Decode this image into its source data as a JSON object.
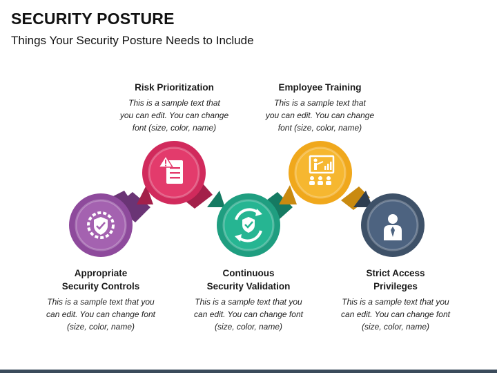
{
  "header": {
    "title": "SECURITY POSTURE",
    "subtitle": "Things Your Security Posture Needs to Include"
  },
  "steps": [
    {
      "title_line1": "Appropriate",
      "title_line2": "Security Controls",
      "desc_line1": "This is a sample text that you",
      "desc_line2": "can edit. You can change font",
      "desc_line3": "(size, color, name)",
      "color": "#8e4a9c",
      "icon": "shield-gear-icon"
    },
    {
      "title_line1": "Risk Prioritization",
      "title_line2": "",
      "desc_line1": "This is a sample text that",
      "desc_line2": "you can edit. You can change",
      "desc_line3": "font (size, color, name)",
      "color": "#d12a5c",
      "icon": "warning-document-icon"
    },
    {
      "title_line1": "Continuous",
      "title_line2": "Security Validation",
      "desc_line1": "This is a sample text that you",
      "desc_line2": "can edit. You can change font",
      "desc_line3": "(size, color, name)",
      "color": "#1f9e80",
      "icon": "refresh-shield-icon"
    },
    {
      "title_line1": "Employee Training",
      "title_line2": "",
      "desc_line1": "This is a sample text that",
      "desc_line2": "you can edit. You can change",
      "desc_line3": "font (size, color, name)",
      "color": "#f0a81c",
      "icon": "presentation-icon"
    },
    {
      "title_line1": "Strict Access",
      "title_line2": "Privileges",
      "desc_line1": "This is a sample text that you",
      "desc_line2": "can edit. You can change font",
      "desc_line3": "(size, color, name)",
      "color": "#3e5168",
      "icon": "user-icon"
    }
  ]
}
